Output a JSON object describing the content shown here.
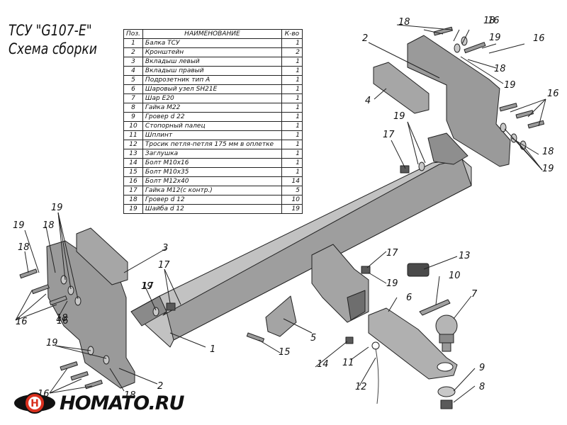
{
  "title": {
    "line1": "ТСУ \"G107-E\"",
    "line2": "Схема сборки"
  },
  "table": {
    "headers": [
      "Поз.",
      "НАИМЕНОВАНИЕ",
      "К-во"
    ],
    "rows": [
      [
        "1",
        "Балка ТСУ",
        "1"
      ],
      [
        "2",
        "Кронштейн",
        "2"
      ],
      [
        "3",
        "Вкладыш левый",
        "1"
      ],
      [
        "4",
        "Вкладыш правый",
        "1"
      ],
      [
        "5",
        "Подрозетник тип А",
        "1"
      ],
      [
        "6",
        "Шаровый узел SH21E",
        "1"
      ],
      [
        "7",
        "Шар E20",
        "1"
      ],
      [
        "8",
        "Гайка М22",
        "1"
      ],
      [
        "9",
        "Гровер d 22",
        "1"
      ],
      [
        "10",
        "Стопорный палец",
        "1"
      ],
      [
        "11",
        "Шплинт",
        "1"
      ],
      [
        "12",
        "Тросик петля-петля 175 мм в оплетке",
        "1"
      ],
      [
        "13",
        "Заглушка",
        "1"
      ],
      [
        "14",
        "Болт М10х16",
        "1"
      ],
      [
        "15",
        "Болт М10х35",
        "1"
      ],
      [
        "16",
        "Болт М12х40",
        "14"
      ],
      [
        "17",
        "Гайка М12(с контр.)",
        "5"
      ],
      [
        "18",
        "Гровер d 12",
        "10"
      ],
      [
        "19",
        "Шайба d 12",
        "19"
      ]
    ]
  },
  "callouts": [
    "1",
    "2",
    "2",
    "3",
    "4",
    "5",
    "6",
    "7",
    "8",
    "9",
    "10",
    "11",
    "12",
    "13",
    "14",
    "15",
    "16",
    "16",
    "16",
    "16",
    "16",
    "16",
    "17",
    "17",
    "17",
    "17",
    "18",
    "18",
    "18",
    "18",
    "18",
    "18",
    "18",
    "18",
    "19",
    "19",
    "19",
    "19",
    "19",
    "19",
    "19",
    "19",
    "19"
  ],
  "logo": {
    "text": "HOMATO.RU",
    "letter": "H"
  },
  "colors": {
    "steel": "#9a9a9a",
    "steel_light": "#c8c8c8",
    "steel_dark": "#555555",
    "ink": "#111111",
    "logo_red": "#d9301e"
  }
}
